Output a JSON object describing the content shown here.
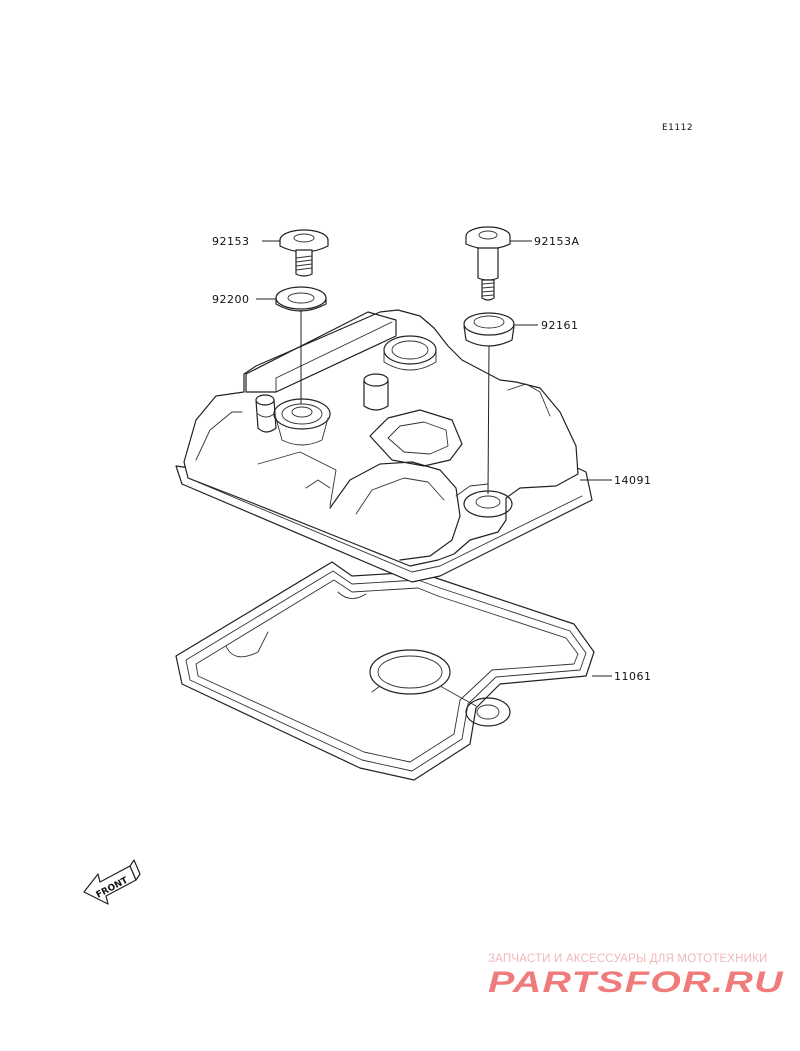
{
  "diagram": {
    "ref_code": "E1112",
    "parts": [
      {
        "number": "92153"
      },
      {
        "number": "92153A"
      },
      {
        "number": "92200"
      },
      {
        "number": "92161"
      },
      {
        "number": "14091"
      },
      {
        "number": "11061"
      }
    ],
    "front_label": "FRONT"
  },
  "watermark": {
    "tagline": "ЗАПЧАСТИ И АКСЕССУАРЫ ДЛЯ МОТОТЕХНИКИ",
    "brand": "PARTSFOR.RU",
    "color": "#f07b7b"
  }
}
